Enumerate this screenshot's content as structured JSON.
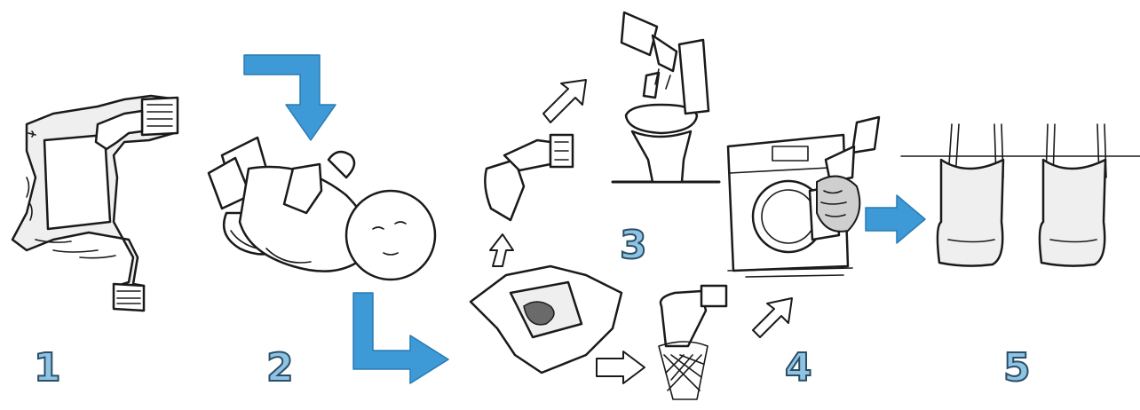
{
  "steps": [
    {
      "number": "1"
    },
    {
      "number": "2"
    },
    {
      "number": "3"
    },
    {
      "number": "4"
    },
    {
      "number": "5"
    }
  ],
  "colors": {
    "accent_arrow": "#3d9ad6",
    "number_fill": "#8fc3e4",
    "number_outline": "#2a4f66",
    "ink": "#1a1a1a"
  },
  "icons": [
    "cloth-diaper-with-insert-icon",
    "baby-diaper-change-icon",
    "toilet-disposal-icon",
    "wet-bag-icon",
    "washing-machine-icon",
    "clothesline-drying-icon"
  ]
}
